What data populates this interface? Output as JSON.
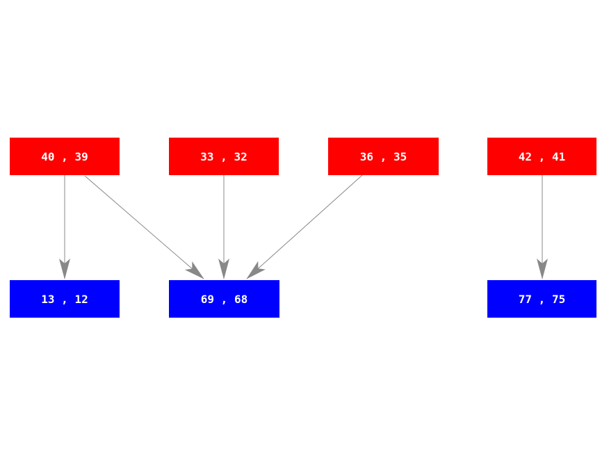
{
  "diagram": {
    "type": "layered-graph",
    "background_color": "#ffffff",
    "edge_color": "#888888",
    "label_color": "#ffffff",
    "top_row_color": "#ff0000",
    "bottom_row_color": "#0000ff",
    "top_nodes": [
      {
        "label": "40 , 39"
      },
      {
        "label": "33 , 32"
      },
      {
        "label": "36 , 35"
      },
      {
        "label": "42 , 41"
      }
    ],
    "bottom_nodes": [
      {
        "label": "13 , 12"
      },
      {
        "label": "69 , 68"
      },
      {
        "label": "77 , 75"
      }
    ],
    "edges": [
      {
        "from": "40 , 39",
        "to": "13 , 12"
      },
      {
        "from": "40 , 39",
        "to": "69 , 68"
      },
      {
        "from": "33 , 32",
        "to": "69 , 68"
      },
      {
        "from": "36 , 35",
        "to": "69 , 68"
      },
      {
        "from": "42 , 41",
        "to": "77 , 75"
      }
    ]
  }
}
